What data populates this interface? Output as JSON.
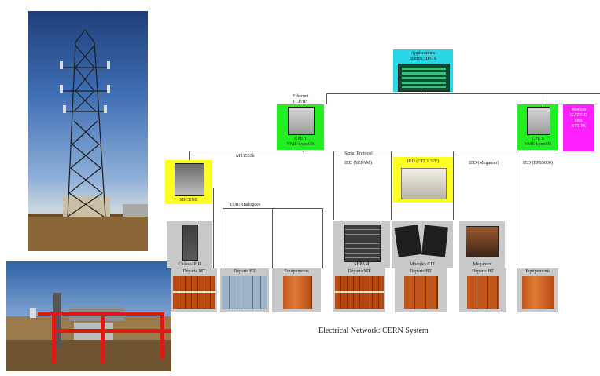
{
  "caption": "Electrical Network: CERN System",
  "top": {
    "app_label": "Applications\nStation HPUX",
    "modem_label": "Modem\nGATEID\nVers.\nSTUPS"
  },
  "bus_labels": {
    "ethernet": "Ethernet\nTCP/IP",
    "mil": "Mil1553b",
    "serial": "Serial Protocol",
    "tor": "TOR/Analogues"
  },
  "nodes": {
    "cpe1": "CPE 1\nVME LynxOS",
    "cpen": "CPE n\nVME LynxOS",
    "micene": "MICENE",
    "ied_sepam": "IED (SEPAM)",
    "ied_cit": "IED (CIT 1.32F)",
    "ied_megamer": "IED (Megamer)",
    "ied_eps": "IED (EPS5000)"
  },
  "devices": {
    "chassis": "Châssis PIR",
    "sepam": "SEPAM",
    "modules_cit": "Modules CIT",
    "megamer": "Megamer"
  },
  "outputs": {
    "departs_mt_1": "Départs MT",
    "departs_bt_1": "Départs BT",
    "equipements_1": "Equipements",
    "departs_mt_2": "Départs MT",
    "departs_bt_2": "Départs BT",
    "departs_bt_3": "Départs BT",
    "equipements_2": "Equipements"
  }
}
